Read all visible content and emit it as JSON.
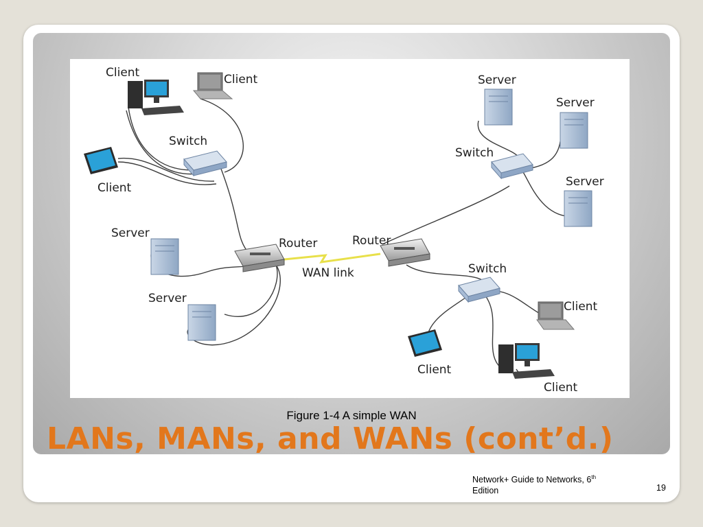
{
  "diagram": {
    "labels": {
      "client_desktop_tl": "Client",
      "client_laptop_tl": "Client",
      "switch_left": "Switch",
      "client_tablet_left": "Client",
      "server_left_1": "Server",
      "router_left": "Router",
      "wan_link": "WAN link",
      "server_left_2": "Server",
      "router_right": "Router",
      "server_right_1": "Server",
      "server_right_2": "Server",
      "switch_right_top": "Switch",
      "server_right_3": "Server",
      "switch_right_bottom": "Switch",
      "client_laptop_br": "Client",
      "client_tablet_br": "Client",
      "client_desktop_br": "Client"
    }
  },
  "caption": "Figure 1-4 A simple WAN",
  "title": "LANs, MANs, and WANs (cont’d.)",
  "footer": {
    "text_main": "Network+ Guide to Networks, 6",
    "text_sup": "th",
    "text_line2": "Edition",
    "page": "19"
  },
  "colors": {
    "title": "#e2771c",
    "wan_link": "#e8e04a",
    "device_blue": "#a9bfd8",
    "screen_blue": "#2aa1d8"
  }
}
